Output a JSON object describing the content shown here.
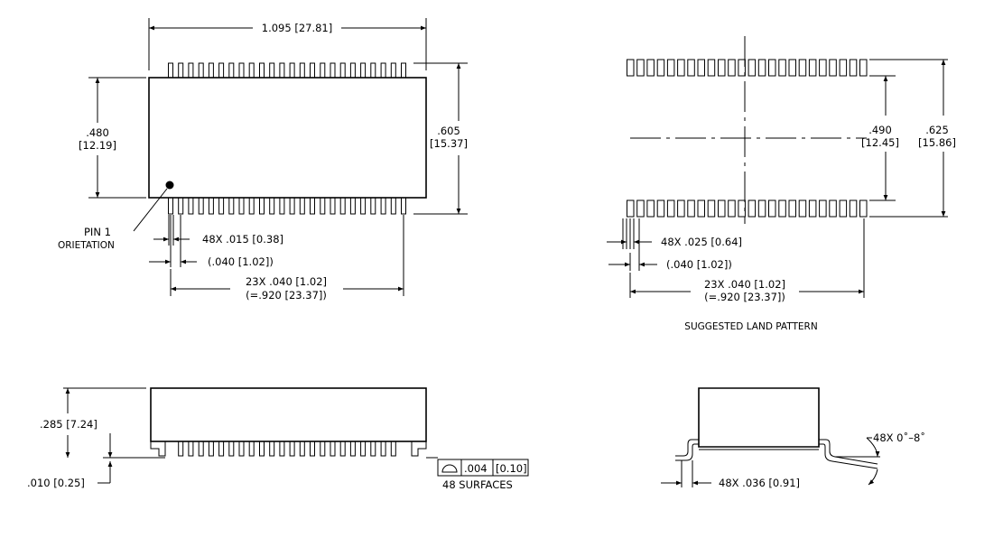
{
  "top_view": {
    "width": "1.095  [27.81]",
    "body_height_in": ".480",
    "body_height_mm": "[12.19]",
    "overall_height_in": ".605",
    "overall_height_mm": "[15.37]",
    "pin1_line1": "PIN  1",
    "pin1_line2": "ORIETATION",
    "lead_width": "48X  .015  [0.38]",
    "pitch_small": "(.040  [1.02])",
    "pitch_total_1": "23X  .040  [1.02]",
    "pitch_total_2": "(=.920  [23.37])"
  },
  "land_pattern": {
    "inner_in": ".490",
    "inner_mm": "[12.45]",
    "outer_in": ".625",
    "outer_mm": "[15.86]",
    "pad_width": "48X  .025  [0.64]",
    "pitch_small": "(.040  [1.02])",
    "pitch_total_1": "23X  .040  [1.02]",
    "pitch_total_2": "(=.920  [23.37])",
    "caption": "SUGGESTED  LAND  PATTERN"
  },
  "side_view": {
    "height": ".285  [7.24]",
    "standoff": ".010  [0.25]",
    "flatness_value": ".004",
    "flatness_mm": "[0.10]",
    "flatness_note": "48  SURFACES"
  },
  "end_view": {
    "angle": "48X  0˚–8˚",
    "foot": "48X  .036  [0.91]"
  }
}
